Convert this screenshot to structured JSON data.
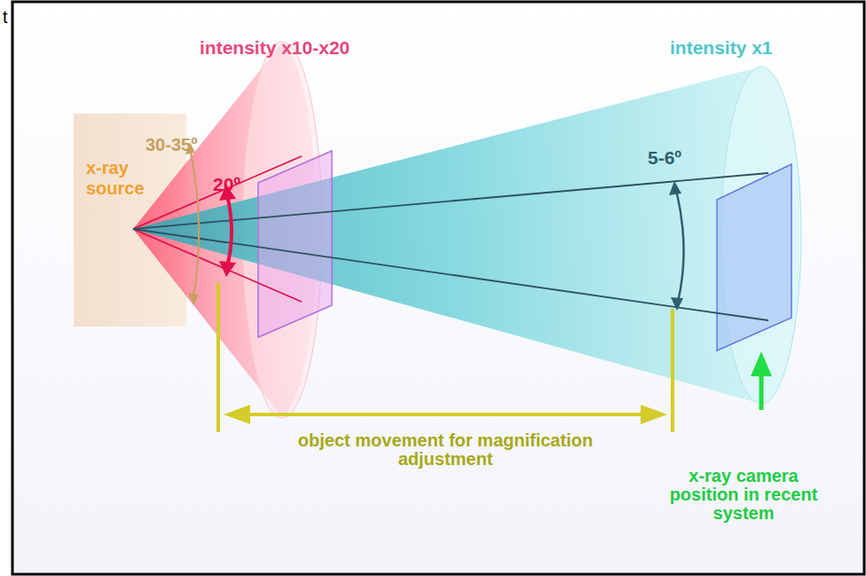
{
  "diagram": {
    "nodes": [
      {
        "text": [
          "x-ray source"
        ]
      }
    ],
    "labels": [
      "t",
      "intensity x10-x20",
      "intensity x1",
      "30-35º",
      "20º",
      "5-6º",
      "object movement for magnification adjustment",
      "x-ray camera position in recent system"
    ]
  }
}
